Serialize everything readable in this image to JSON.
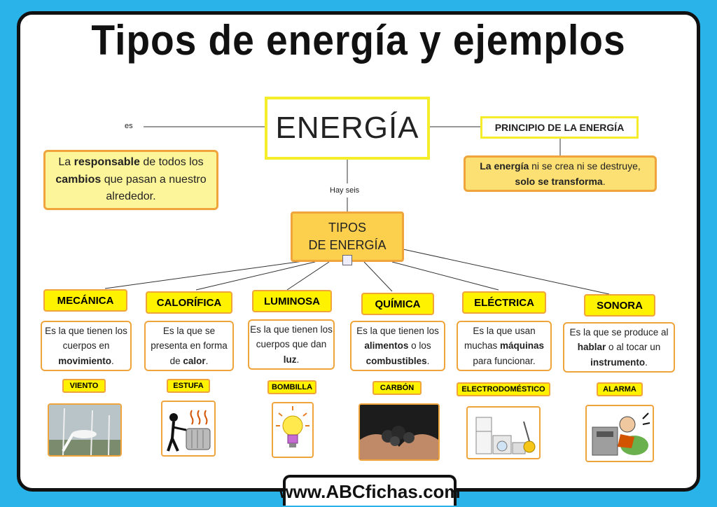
{
  "title": "Tipos de energía y ejemplos",
  "main_concept": "ENERGÍA",
  "link_es": "es",
  "definition": {
    "p1": "La ",
    "b1": "responsable",
    "p2": " de todos los ",
    "b2": "cambios",
    "p3": " que pasan a nuestro alrededor."
  },
  "principle_title": "PRINCIPIO DE LA ENERGÍA",
  "principle": {
    "b1": "La energía",
    "p1": " ni se crea ni se destruye, ",
    "b2": "solo se transforma",
    "p2": "."
  },
  "link_hay_seis": "Hay seis",
  "types_title_line1": "TIPOS",
  "types_title_line2": "DE ENERGÍA",
  "types": [
    {
      "name": "MECÁNICA",
      "d1": "Es la que tienen los cuerpos en ",
      "db": "movimiento",
      "d2": ".",
      "example": "VIENTO",
      "icon": "wind-turbine-icon"
    },
    {
      "name": "CALORÍFICA",
      "d1": "Es la que se presenta en forma de ",
      "db": "calor",
      "d2": ".",
      "example": "ESTUFA",
      "icon": "heater-icon"
    },
    {
      "name": "LUMINOSA",
      "d1": "Es la que tienen los cuerpos que dan ",
      "db": "luz",
      "d2": ".",
      "example": "BOMBILLA",
      "icon": "light-bulb-icon"
    },
    {
      "name": "QUÍMICA",
      "d1": "Es la que tienen los ",
      "db": "alimentos",
      "d2": " o los ",
      "db2": "combustibles",
      "d3": ".",
      "example": "CARBÓN",
      "icon": "coal-icon"
    },
    {
      "name": "ELÉCTRICA",
      "d1": "Es la que usan muchas ",
      "db": "máquinas",
      "d2": " para funcionar.",
      "example": "ELECTRODOMÉSTICO",
      "icon": "appliances-icon"
    },
    {
      "name": "SONORA",
      "d1": "Es la que se produce al ",
      "db": "hablar",
      "d2": " o al tocar un ",
      "db2": "instrumento",
      "d3": ".",
      "example": "ALARMA",
      "icon": "alarm-icon"
    }
  ],
  "website": "www.ABCfichas.com",
  "colors": {
    "background": "#2ab3e8",
    "yellow": "#fff200",
    "orange_border": "#f0a43c",
    "light_yellow": "#fdf59a"
  }
}
